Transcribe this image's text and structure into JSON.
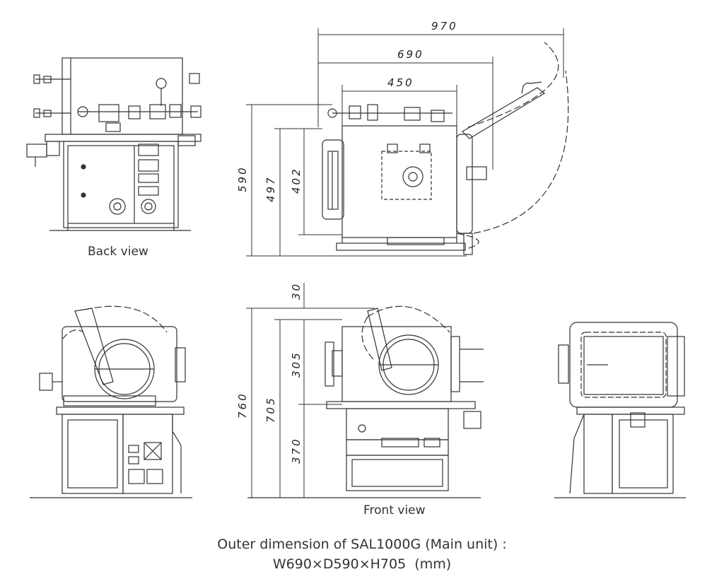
{
  "dimensions": {
    "top_width_total": "970",
    "top_width_690": "690",
    "top_width_450": "450",
    "top_depth_590": "590",
    "top_depth_497": "497",
    "top_depth_402": "402",
    "front_h_30": "30",
    "front_h_760": "760",
    "front_h_705": "705",
    "front_h_305": "305",
    "front_h_370": "370"
  },
  "labels": {
    "back_view": "Back view",
    "front_view": "Front view"
  },
  "caption": {
    "line1": "Outer dimension of SAL1000G (Main unit) :",
    "line2": "W690×D590×H705  (mm)"
  },
  "colors": {
    "line": "#333333",
    "background": "#ffffff"
  }
}
